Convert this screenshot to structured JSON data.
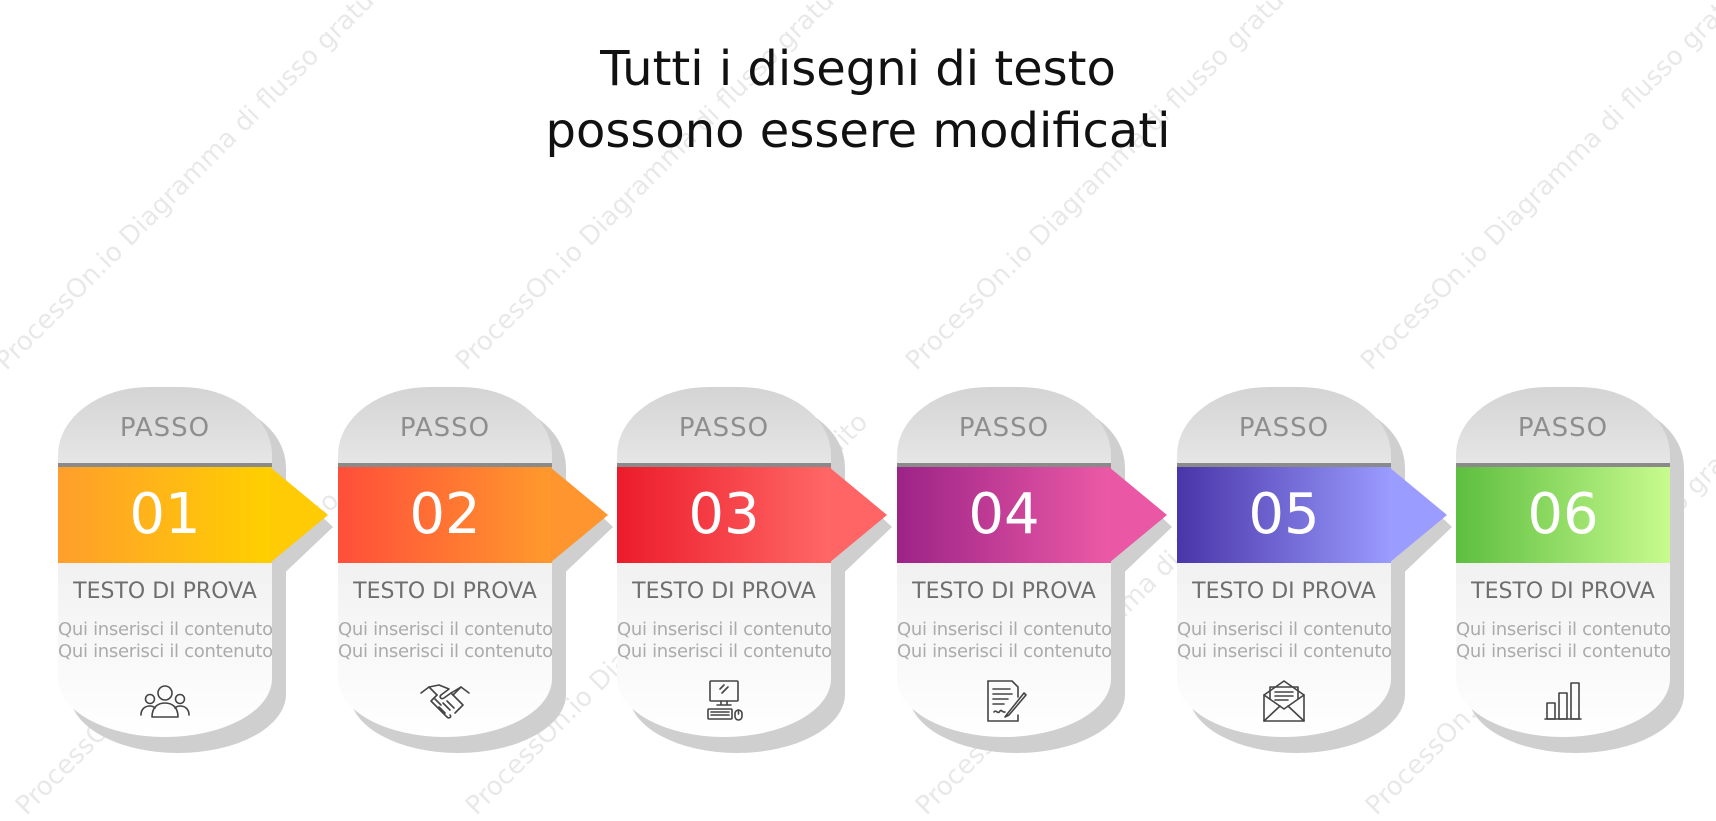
{
  "watermark": "ProcessOn.io Diagramma di flusso gratuito",
  "title_lines": [
    "Tutti i disegni di testo",
    "possono essere modificati"
  ],
  "steps": [
    {
      "passo": "PASSO",
      "number": "01",
      "label": "TESTO DI PROVA",
      "desc1": "Qui inserisci il contenuto",
      "desc2": "Qui inserisci il contenuto",
      "icon": "people-icon",
      "colors": [
        "#FF9E2C",
        "#FFD000"
      ],
      "tip_color": "#FFCB05"
    },
    {
      "passo": "PASSO",
      "number": "02",
      "label": "TESTO DI PROVA",
      "desc1": "Qui inserisci il contenuto",
      "desc2": "Qui inserisci il contenuto",
      "icon": "handshake-icon",
      "colors": [
        "#FF4E3A",
        "#FF9A2C"
      ],
      "tip_color": "#FF952E"
    },
    {
      "passo": "PASSO",
      "number": "03",
      "label": "TESTO DI PROVA",
      "desc1": "Qui inserisci il contenuto",
      "desc2": "Qui inserisci il contenuto",
      "icon": "computer-icon",
      "colors": [
        "#EC1B2B",
        "#FF6866"
      ],
      "tip_color": "#FF6565"
    },
    {
      "passo": "PASSO",
      "number": "04",
      "label": "TESTO DI PROVA",
      "desc1": "Qui inserisci il contenuto",
      "desc2": "Qui inserisci il contenuto",
      "icon": "document-pen-icon",
      "colors": [
        "#9C2387",
        "#EC5AA6"
      ],
      "tip_color": "#EA58A5"
    },
    {
      "passo": "PASSO",
      "number": "05",
      "label": "TESTO DI PROVA",
      "desc1": "Qui inserisci il contenuto",
      "desc2": "Qui inserisci il contenuto",
      "icon": "mail-icon",
      "colors": [
        "#4935A8",
        "#9A9BFF"
      ],
      "tip_color": "#9B9CFF"
    },
    {
      "passo": "PASSO",
      "number": "06",
      "label": "TESTO DI PROVA",
      "desc1": "Qui inserisci il contenuto",
      "desc2": "Qui inserisci il contenuto",
      "icon": "bar-chart-icon",
      "colors": [
        "#5DBE3F",
        "#C8FB8E"
      ],
      "tip_color": null
    }
  ]
}
